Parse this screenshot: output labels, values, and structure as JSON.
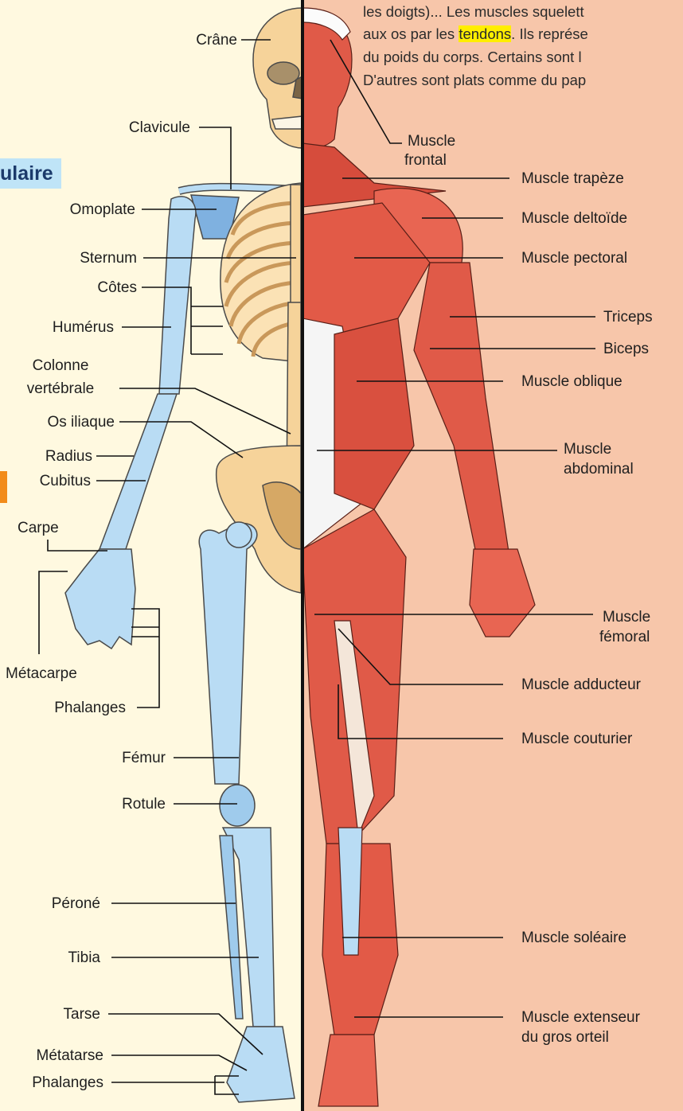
{
  "intro": {
    "line1": "les doigts)... Les muscles squelett",
    "line2_before": "aux os par les ",
    "line2_highlight": "tendons",
    "line2_after": ". Ils représe",
    "line3": "du poids du corps. Certains sont l",
    "line4": "D'autres sont plats comme du pap"
  },
  "section_title": "ulaire",
  "skeleton_labels": {
    "crane": "Crâne",
    "clavicule": "Clavicule",
    "omoplate": "Omoplate",
    "sternum": "Sternum",
    "cotes": "Côtes",
    "humerus": "Humérus",
    "colonne_line1": "Colonne",
    "colonne_line2": "vertébrale",
    "os_iliaque": "Os iliaque",
    "radius": "Radius",
    "cubitus": "Cubitus",
    "carpe": "Carpe",
    "metacarpe": "Métacarpe",
    "phalanges_main": "Phalanges",
    "femur": "Fémur",
    "rotule": "Rotule",
    "perone": "Péroné",
    "tibia": "Tibia",
    "tarse": "Tarse",
    "metatarse": "Métatarse",
    "phalanges_pied": "Phalanges"
  },
  "muscle_labels": {
    "frontal_line1": "Muscle",
    "frontal_line2": "frontal",
    "trapeze": "Muscle trapèze",
    "deltoide": "Muscle deltoïde",
    "pectoral": "Muscle pectoral",
    "triceps": "Triceps",
    "biceps": "Biceps",
    "oblique": "Muscle oblique",
    "abdominal_line1": "Muscle",
    "abdominal_line2": "abdominal",
    "femoral_line1": "Muscle",
    "femoral_line2": "fémoral",
    "adducteur": "Muscle adducteur",
    "couturier": "Muscle couturier",
    "soleaire": "Muscle soléaire",
    "extenseur_line1": "Muscle extenseur",
    "extenseur_line2": "du gros orteil"
  },
  "colors": {
    "left_background": "#fff9e0",
    "right_background": "#f7c6aa",
    "bone_blue": "#b9dcf4",
    "bone_beige": "#f6d39a",
    "muscle_red": "#e05a48",
    "highlight": "#ffee00",
    "section_title_bg": "#bfe4f7",
    "orange_tab": "#f28c1b"
  }
}
